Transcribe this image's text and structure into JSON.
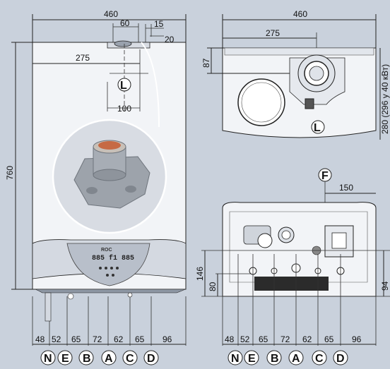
{
  "front_view": {
    "width": "460",
    "height": "760",
    "flue_offset": "275",
    "flue_width_60": "60",
    "flue_15": "15",
    "flue_20": "20",
    "flue_100": "100",
    "flue_label": "L",
    "brand": "ROC",
    "display": "885 f1 885",
    "bottom_dims": [
      "48",
      "52",
      "65",
      "72",
      "62",
      "65",
      "96"
    ],
    "connection_labels": [
      "N",
      "E",
      "B",
      "A",
      "C",
      "D"
    ]
  },
  "top_view": {
    "width": "460",
    "flue_offset": "275",
    "depth_87": "87",
    "depth_total": "280 (296 у 40 кВт)",
    "flue_label": "L"
  },
  "bottom_view": {
    "label_f": "F",
    "dim_150": "150",
    "dim_146": "146",
    "dim_80": "80",
    "dim_94": "94",
    "bottom_dims": [
      "48",
      "52",
      "65",
      "72",
      "62",
      "65",
      "96"
    ],
    "connection_labels": [
      "N",
      "E",
      "B",
      "A",
      "C",
      "D"
    ]
  },
  "colors": {
    "background": "#c9d1dc",
    "line": "#222222",
    "boiler_fill": "#f2f4f7"
  }
}
